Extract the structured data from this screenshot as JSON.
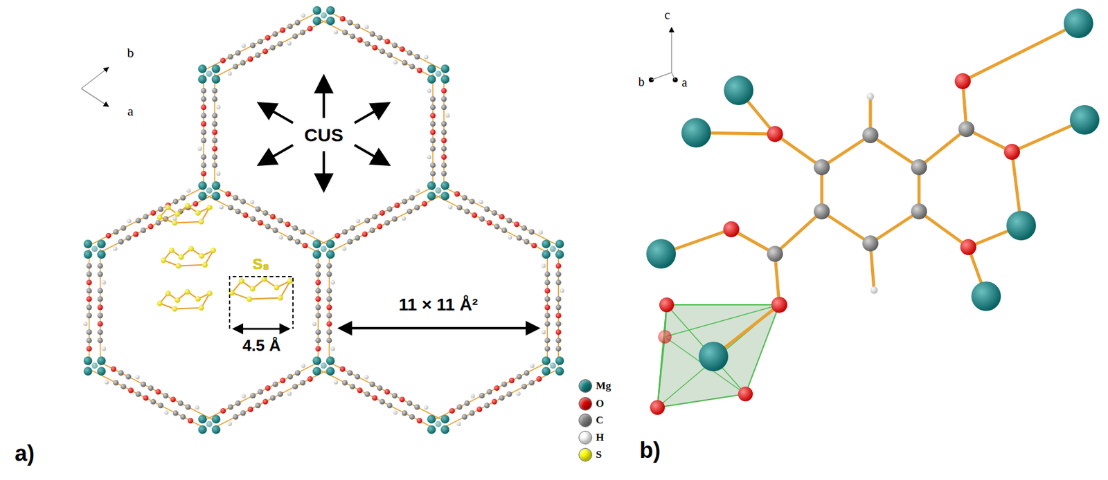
{
  "diagram": {
    "labels": [
      "b",
      "a",
      "CUS",
      "S₈",
      "4.5 Å",
      "11 × 11 Å²",
      "a)",
      "c",
      "b",
      "a",
      "b)"
    ],
    "legend": [
      {
        "text": "Mg",
        "color": "#0f7d7d"
      },
      {
        "text": "O",
        "color": "#e00000"
      },
      {
        "text": "C",
        "color": "#7f7f7f"
      },
      {
        "text": "H",
        "color": "#ffffff"
      },
      {
        "text": "S",
        "color": "#ffff00"
      }
    ]
  }
}
